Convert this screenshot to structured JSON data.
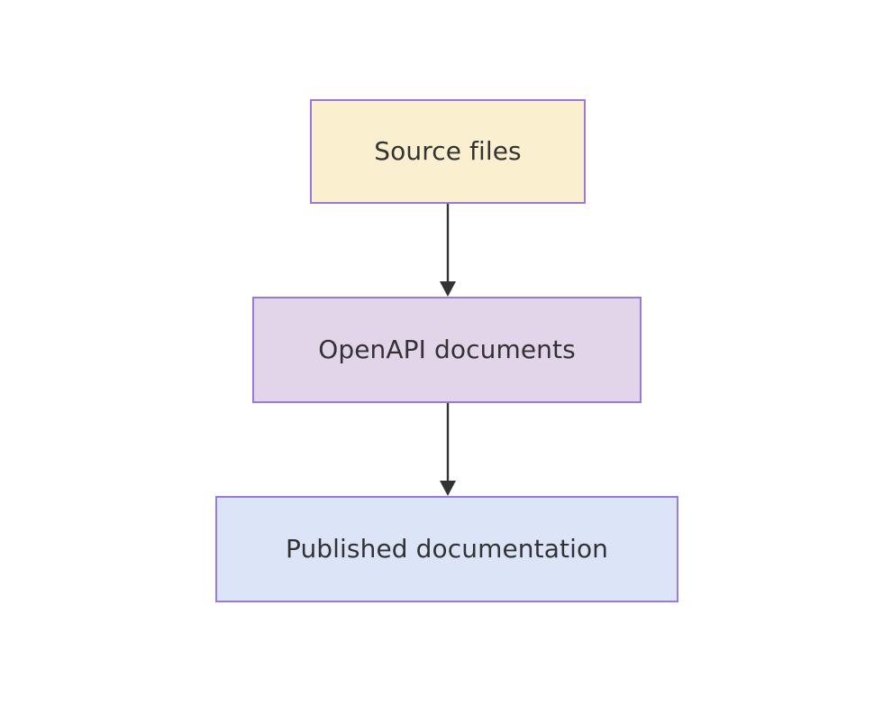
{
  "diagram": {
    "type": "flowchart",
    "direction": "top-to-bottom",
    "background_color": "#ffffff",
    "nodes": [
      {
        "id": "source-files",
        "label": "Source files",
        "fill_color": "#faf0d0",
        "border_color": "#9a79db",
        "text_color": "#333333"
      },
      {
        "id": "openapi-documents",
        "label": "OpenAPI documents",
        "fill_color": "#e2d5ea",
        "border_color": "#9a79db",
        "text_color": "#333333"
      },
      {
        "id": "published-documentation",
        "label": "Published documentation",
        "fill_color": "#dce5f7",
        "border_color": "#9a79db",
        "text_color": "#333333"
      }
    ],
    "edges": [
      {
        "id": "edge-source-to-openapi",
        "from": "source-files",
        "to": "openapi-documents",
        "label": "",
        "color": "#333333",
        "arrowhead": "solid-triangle"
      },
      {
        "id": "edge-openapi-to-published",
        "from": "openapi-documents",
        "to": "published-documentation",
        "label": "",
        "color": "#333333",
        "arrowhead": "solid-triangle"
      }
    ]
  }
}
